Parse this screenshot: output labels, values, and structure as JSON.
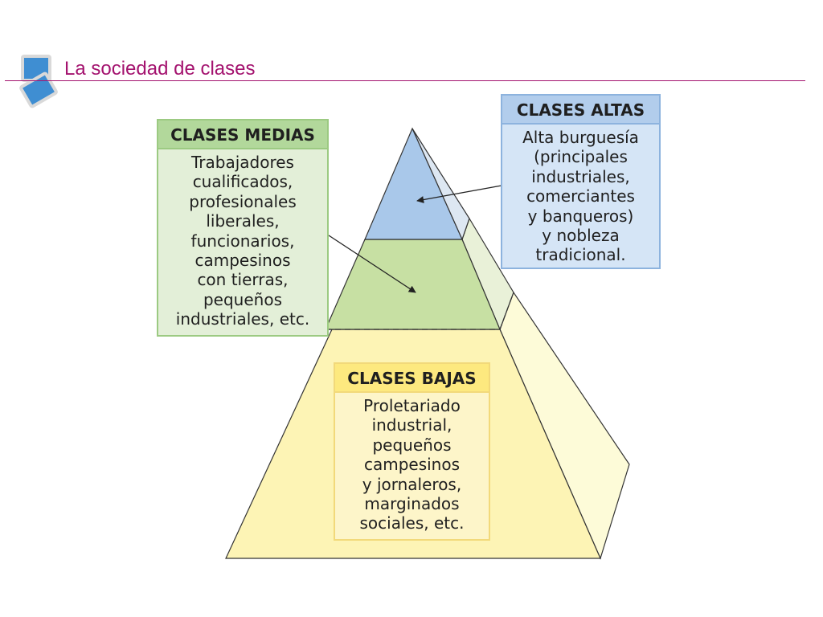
{
  "slide": {
    "title": "La sociedad de clases"
  },
  "pyramid": {
    "clases_altas": {
      "heading": "CLASES ALTAS",
      "text": "Alta burguesía\n(principales\nindustriales,\ncomerciantes\ny banqueros)\ny nobleza\ntradicional.",
      "color": "#a9c8ea"
    },
    "clases_medias": {
      "heading": "CLASES MEDIAS",
      "text": "Trabajadores\ncualificados,\nprofesionales\nliberales,\nfuncionarios,\ncampesinos\ncon tierras,\npequeños\nindustriales, etc.",
      "color": "#c7e0a3"
    },
    "clases_bajas": {
      "heading": "CLASES BAJAS",
      "text": "Proletariado\nindustrial,\npequeños\ncampesinos\ny jornaleros,\nmarginados\nsociales, etc.",
      "color": "#fdf4b5"
    }
  },
  "colors": {
    "title_accent": "#a4136f",
    "logo_blue": "#3f8ed2"
  },
  "icons": {
    "logo": "stacked-screens-icon"
  }
}
